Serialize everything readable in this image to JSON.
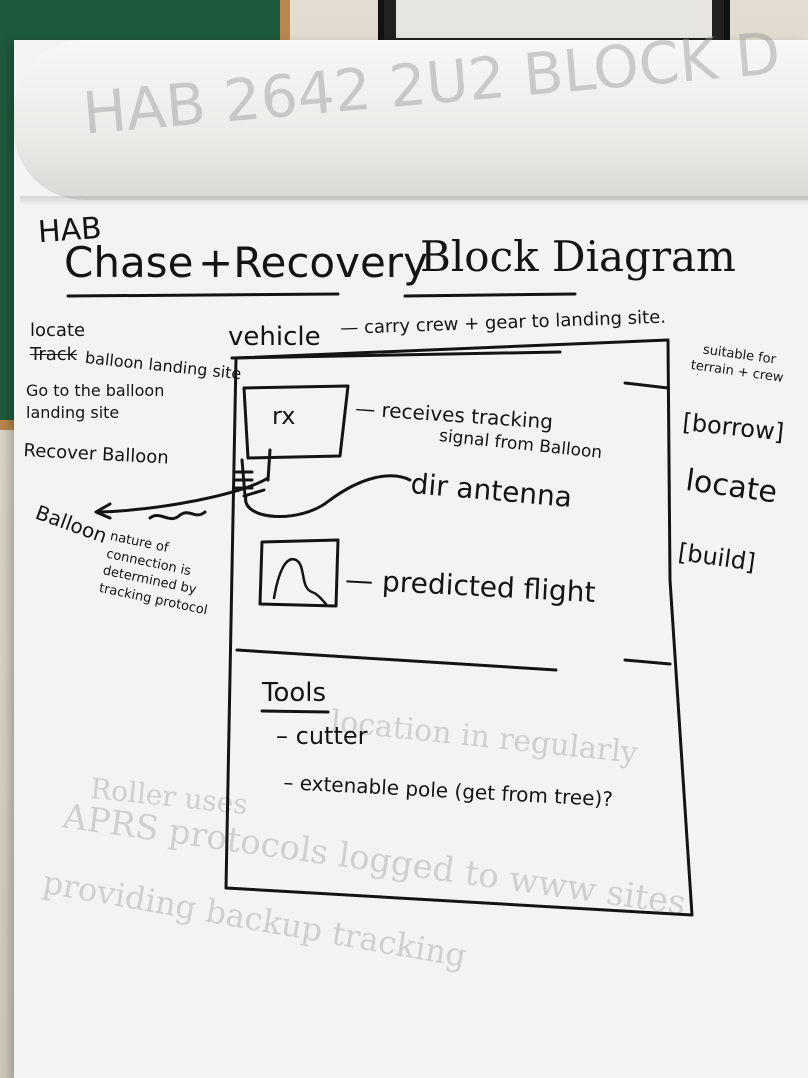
{
  "background_ghost": {
    "title": "HAB 2642 2U2 BLOCK D",
    "lines": [
      "APRS protocols logged to www sites",
      "providing backup tracking",
      "Roller uses",
      "location in regularly"
    ]
  },
  "title": {
    "prefix": "HAB",
    "main_part1": "Chase",
    "main_part2": "+Recovery",
    "main_part3": "Block Diagram"
  },
  "left_notes": {
    "locate": "locate",
    "track_strike": "Track",
    "track_rest": "balloon landing site",
    "goto": "Go to the balloon landing site",
    "recover": "Recover Balloon",
    "balloon_label": "Balloon",
    "nature": "nature of connection is determined by tracking protocol"
  },
  "vehicle": {
    "label": "vehicle",
    "desc": "— carry crew + gear to landing site.",
    "suitable": "suitable for terrain + crew"
  },
  "components": {
    "rx_label": "rx",
    "rx_desc_line1": "— receives tracking",
    "rx_desc_line2": "signal from Balloon",
    "antenna_desc": "dir antenna",
    "flight_desc": "— predicted flight"
  },
  "tools": {
    "heading": "Tools",
    "item1": "– cutter",
    "item2": "– extenable pole (get from tree)?"
  },
  "right_tags": {
    "borrow": "[borrow]",
    "locate": "locate",
    "build": "[build]"
  }
}
